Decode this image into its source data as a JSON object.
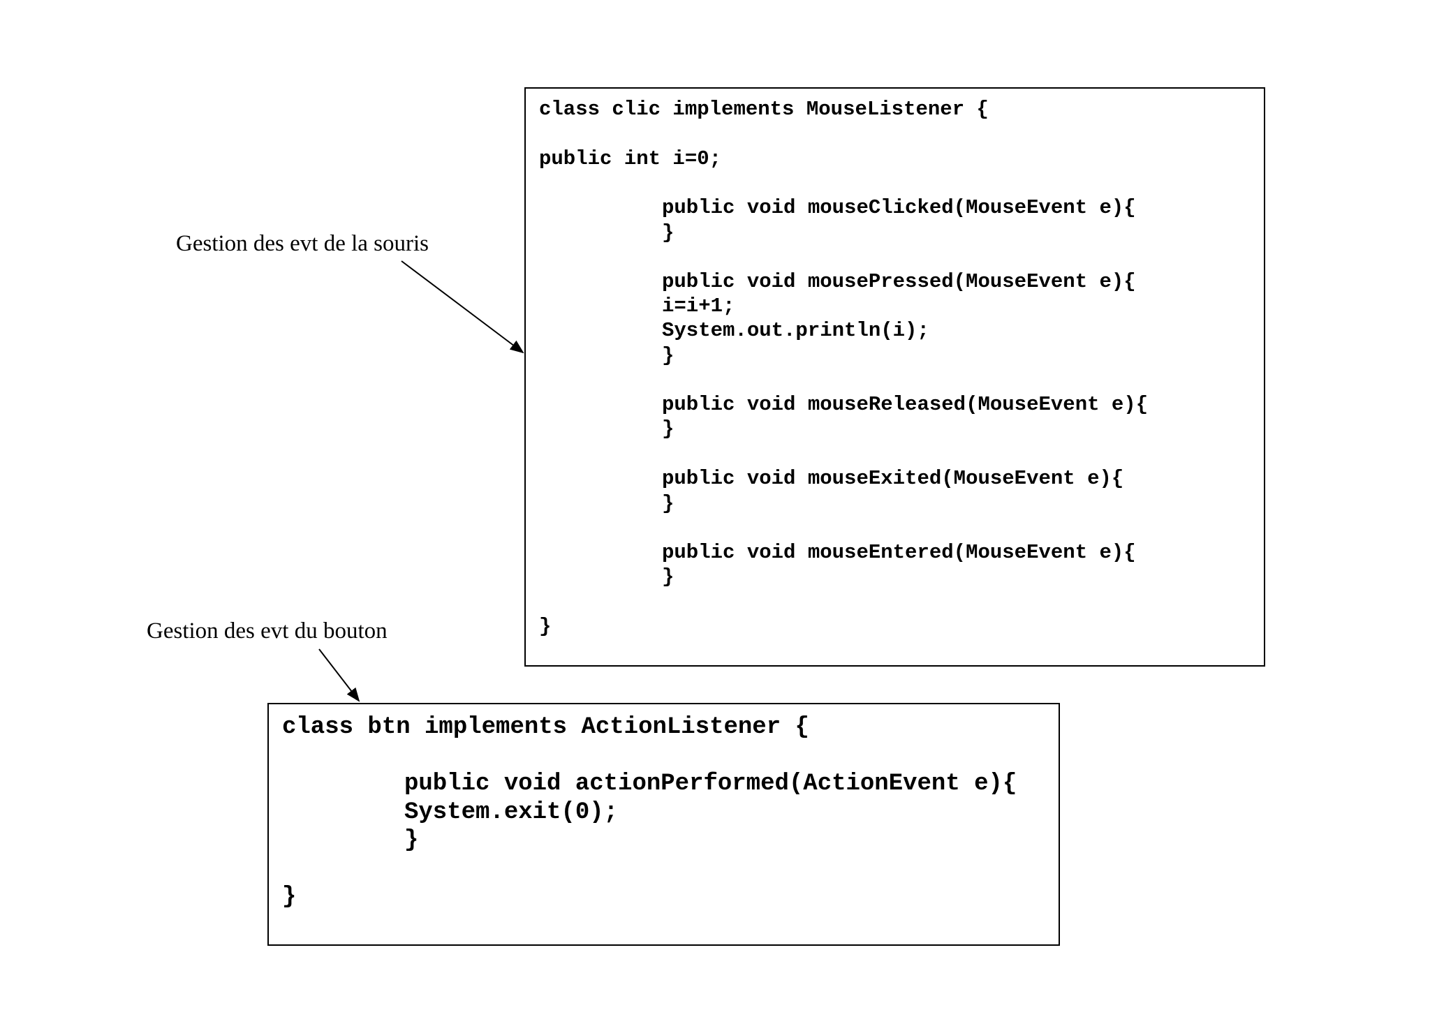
{
  "annotations": {
    "mouse_label": "Gestion des evt de la souris",
    "button_label": "Gestion des evt du bouton"
  },
  "mouse_listener_code": {
    "class_decl": "class clic implements MouseListener {",
    "field_decl": "public int i=0;",
    "clicked_sig": "public void mouseClicked(MouseEvent e){",
    "clicked_close": "}",
    "pressed_sig": "public void mousePressed(MouseEvent e){",
    "pressed_body_1": "i=i+1;",
    "pressed_body_2": "System.out.println(i);",
    "pressed_close": "}",
    "released_sig": "public void mouseReleased(MouseEvent e){",
    "released_close": "}",
    "exited_sig": "public void mouseExited(MouseEvent e){",
    "exited_close": "}",
    "entered_sig": "public void mouseEntered(MouseEvent e){",
    "entered_close": "}",
    "class_close": "}"
  },
  "action_listener_code": {
    "class_decl": "class btn implements ActionListener {",
    "method_sig": "public void actionPerformed(ActionEvent e){",
    "method_body": "System.exit(0);",
    "method_close": "}",
    "class_close": "}"
  }
}
